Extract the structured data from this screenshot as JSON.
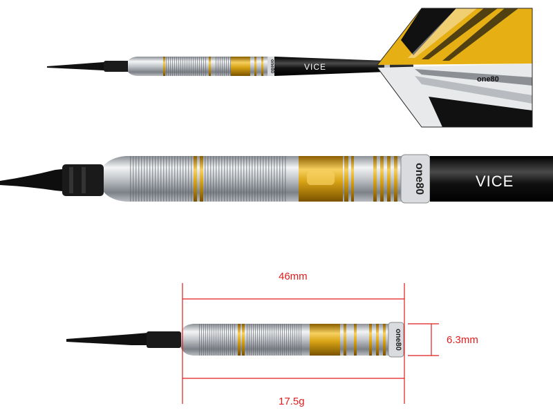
{
  "product": {
    "brand_small_flight": "one80",
    "brand_barrel": "one80",
    "shaft_logo": "VICE"
  },
  "dimensions": {
    "length_label": "46mm",
    "diameter_label": "6.3mm",
    "weight_label": "17.5g"
  },
  "colors": {
    "gold": "#d9a416",
    "silver": "#c9cdd1",
    "shaft": "#0d0d0d",
    "flight_yellow": "#e6b015",
    "dimension_red": "#e11b1b"
  }
}
